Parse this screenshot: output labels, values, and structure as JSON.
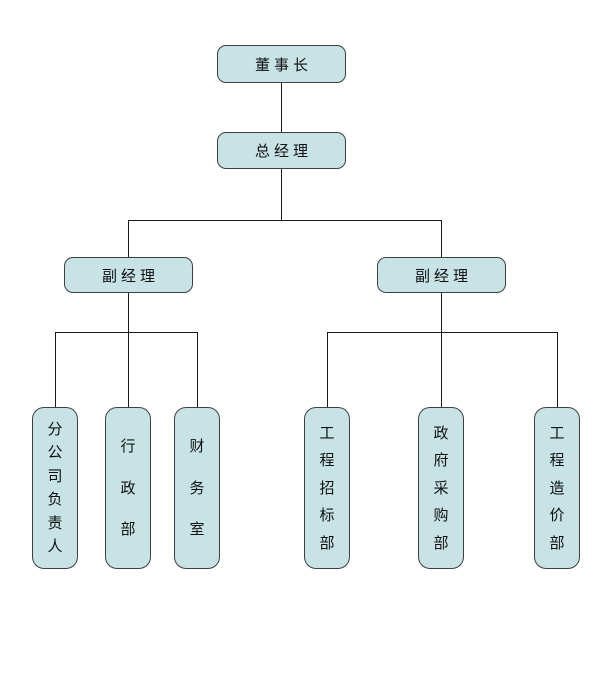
{
  "colors": {
    "node_fill": "#c7e3e6",
    "node_border": "#3f3f3f",
    "connector": "#1a1a1a",
    "text": "#111111",
    "background": "#ffffff"
  },
  "org": {
    "chairman": {
      "label": "董事长"
    },
    "general_manager": {
      "label": "总经理"
    },
    "deputy_managers": [
      {
        "label": "副经理"
      },
      {
        "label": "副经理"
      }
    ],
    "departments_left": [
      {
        "label": "分公司负责人"
      },
      {
        "label": "行政部"
      },
      {
        "label": "财务室"
      }
    ],
    "departments_right": [
      {
        "label": "工程招标部"
      },
      {
        "label": "政府采购部"
      },
      {
        "label": "工程造价部"
      }
    ]
  }
}
